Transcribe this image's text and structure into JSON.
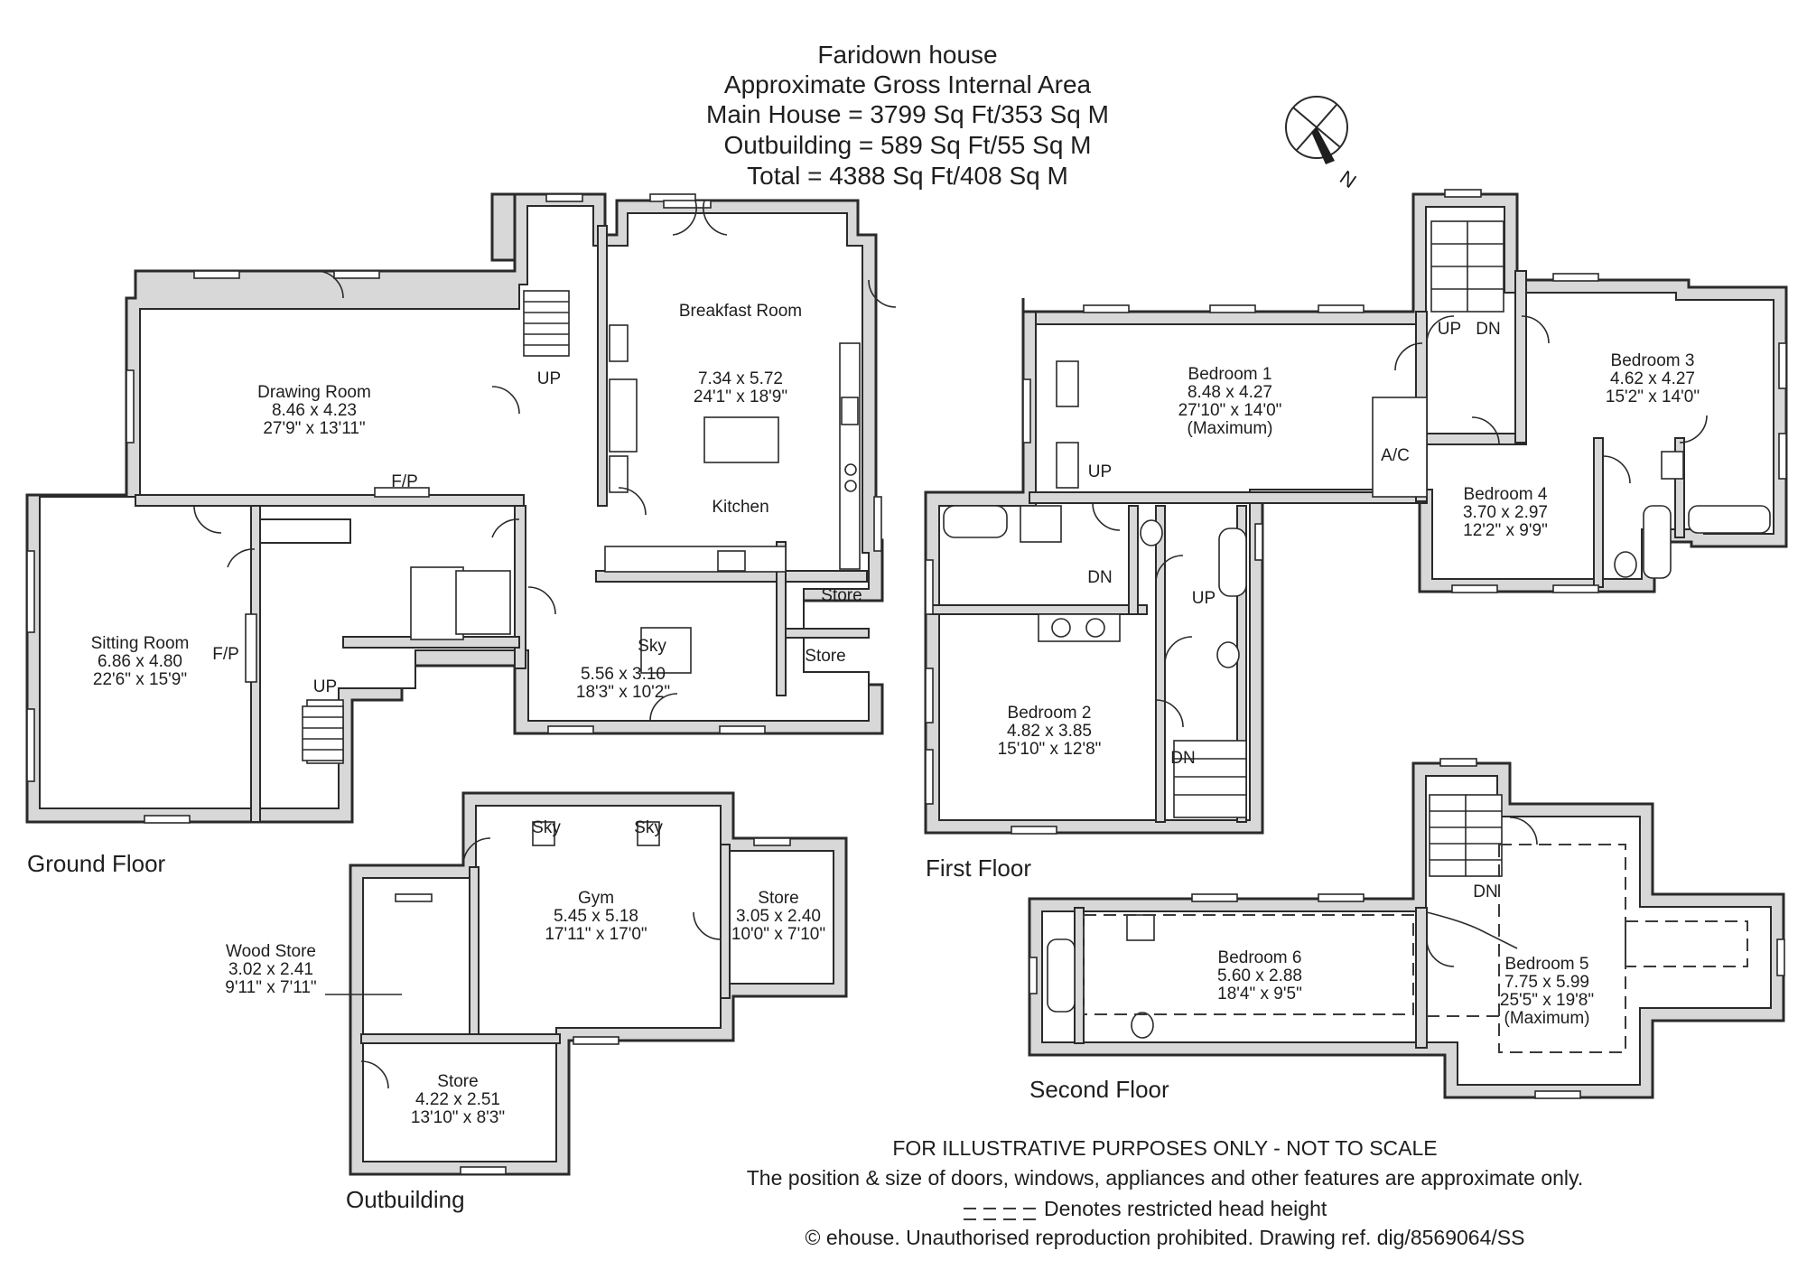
{
  "header": {
    "title": "Faridown house",
    "line1": "Approximate Gross Internal Area",
    "line2": "Main House = 3799 Sq Ft/353 Sq M",
    "line3": "Outbuilding = 589 Sq Ft/55 Sq M",
    "line4": "Total = 4388 Sq Ft/408 Sq M"
  },
  "compass": {
    "label": "N"
  },
  "floors": {
    "ground": "Ground Floor",
    "first": "First Floor",
    "second": "Second Floor",
    "outbuilding": "Outbuilding"
  },
  "ground": {
    "drawing": {
      "name": "Drawing Room",
      "metric": "8.46 x 4.23",
      "imperial": "27'9\" x 13'11\""
    },
    "sitting": {
      "name": "Sitting Room",
      "metric": "6.86 x 4.80",
      "imperial": "22'6\" x 15'9\""
    },
    "breakfast": {
      "name": "Breakfast Room",
      "metric": "7.34 x 5.72",
      "imperial": "24'1\" x 18'9\"",
      "kitchen": "Kitchen"
    },
    "garden": {
      "metric": "5.56 x 3.10",
      "imperial": "18'3\" x 10'2\"",
      "sky": "Sky"
    },
    "fp_drawing": "F/P",
    "fp_sitting": "F/P",
    "up_main": "UP",
    "up_back": "UP",
    "store1": "Store",
    "store2": "Store"
  },
  "first": {
    "bed1": {
      "name": "Bedroom 1",
      "metric": "8.48 x 4.27",
      "imperial": "27'10\" x 14'0\"",
      "note": "(Maximum)"
    },
    "bed2": {
      "name": "Bedroom 2",
      "metric": "4.82 x 3.85",
      "imperial": "15'10\" x 12'8\""
    },
    "bed3": {
      "name": "Bedroom 3",
      "metric": "4.62 x 4.27",
      "imperial": "15'2\" x 14'0\""
    },
    "bed4": {
      "name": "Bedroom 4",
      "metric": "3.70 x 2.97",
      "imperial": "12'2\" x 9'9\""
    },
    "ac": "A/C",
    "up1": "UP",
    "dn1": "DN",
    "up2": "UP",
    "dn2": "DN",
    "up3": "UP",
    "dn3": "DN"
  },
  "second": {
    "bed5": {
      "name": "Bedroom 5",
      "metric": "7.75 x 5.99",
      "imperial": "25'5\" x 19'8\"",
      "note": "(Maximum)"
    },
    "bed6": {
      "name": "Bedroom 6",
      "metric": "5.60 x 2.88",
      "imperial": "18'4\" x 9'5\""
    },
    "dn": "DN"
  },
  "outbuilding": {
    "gym": {
      "name": "Gym",
      "metric": "5.45 x 5.18",
      "imperial": "17'11\" x 17'0\"",
      "sky1": "Sky",
      "sky2": "Sky"
    },
    "store_r": {
      "name": "Store",
      "metric": "3.05 x 2.40",
      "imperial": "10'0\" x 7'10\""
    },
    "wood": {
      "name": "Wood Store",
      "metric": "3.02 x 2.41",
      "imperial": "9'11\" x 7'11\""
    },
    "store_b": {
      "name": "Store",
      "metric": "4.22 x 2.51",
      "imperial": "13'10\" x 8'3\""
    }
  },
  "footer": {
    "line1": "FOR ILLUSTRATIVE PURPOSES ONLY - NOT TO SCALE",
    "line2": "The position & size of doors, windows, appliances and other features are approximate only.",
    "line3": "Denotes restricted head height",
    "line4": "© ehouse. Unauthorised reproduction prohibited. Drawing ref. dig/8569064/SS"
  }
}
